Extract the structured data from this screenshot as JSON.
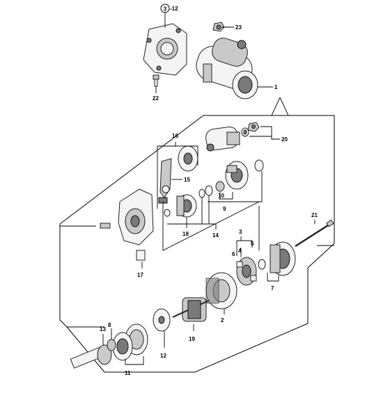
{
  "callouts": {
    "c1": "1",
    "c2": "2",
    "c3": "3",
    "c4": "4",
    "c5": "5",
    "c6": "6",
    "c7": "7",
    "c8": "8",
    "c9": "9",
    "c10": "10",
    "c11": "11",
    "c12": "12",
    "c13": "13",
    "c14": "14",
    "c15": "15",
    "c16": "16",
    "c17": "17",
    "c18": "18",
    "c19": "19",
    "c20": "20",
    "c21": "21",
    "c22": "22",
    "c23": "23",
    "ref_circle": "3",
    "ref_tail": "-12"
  }
}
